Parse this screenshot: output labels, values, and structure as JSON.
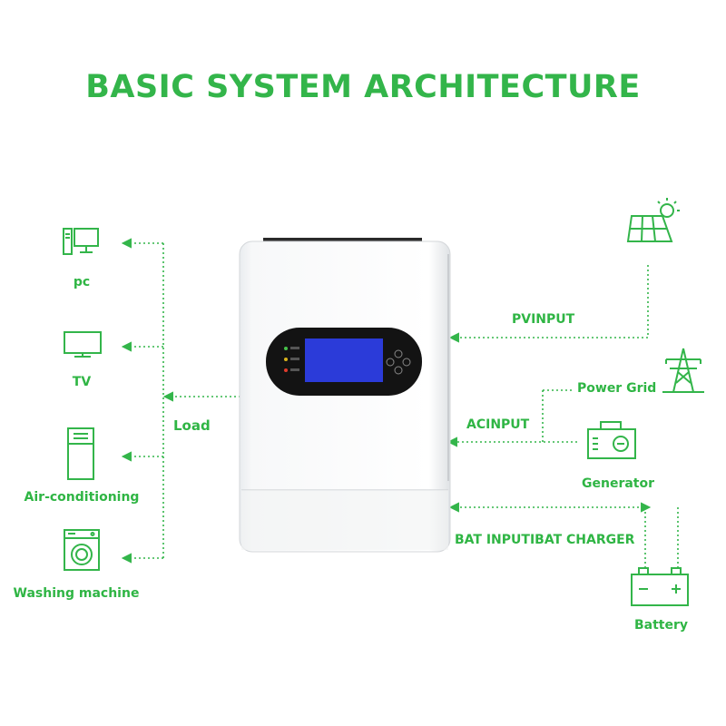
{
  "title": "BASIC SYSTEM ARCHITECTURE",
  "accent_color": "#33b54a",
  "loads": {
    "group_label": "Load",
    "items": [
      {
        "label": "pc",
        "icon": "computer-icon"
      },
      {
        "label": "TV",
        "icon": "tv-icon"
      },
      {
        "label": "Air-conditioning",
        "icon": "air-conditioner-icon"
      },
      {
        "label": "Washing machine",
        "icon": "washing-machine-icon"
      }
    ]
  },
  "inputs": {
    "pv_label": "PVINPUT",
    "pv_icon": "solar-panel-icon",
    "ac_label": "ACINPUT",
    "grid_label": "Power Grid",
    "grid_icon": "power-tower-icon",
    "generator_label": "Generator",
    "generator_icon": "generator-icon",
    "battery_link_label": "BAT INPUTIBAT CHARGER",
    "battery_label": "Battery",
    "battery_icon": "battery-icon"
  },
  "device": {
    "name": "inverter",
    "screen_color": "#2b3bd9"
  }
}
